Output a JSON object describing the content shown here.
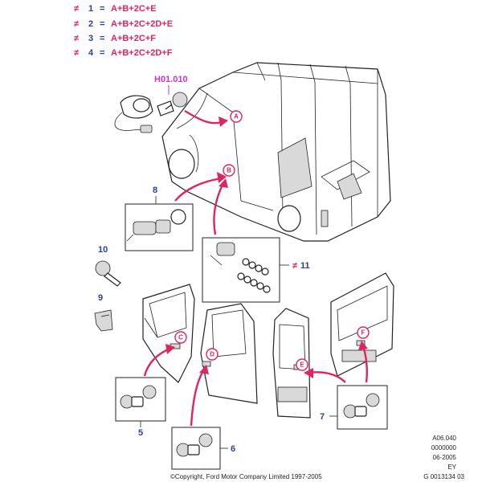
{
  "legend": [
    {
      "num": "1",
      "eq": "=",
      "formula": "A+B+2C+E"
    },
    {
      "num": "2",
      "eq": "=",
      "formula": "A+B+2C+2D+E"
    },
    {
      "num": "3",
      "eq": "=",
      "formula": "A+B+2C+F"
    },
    {
      "num": "4",
      "eq": "=",
      "formula": "A+B+2C+2D+F"
    }
  ],
  "reference_label": "H01.010",
  "callouts": [
    "A",
    "B",
    "C",
    "D",
    "E",
    "F"
  ],
  "part_numbers": [
    "8",
    "10",
    "9",
    "11",
    "5",
    "6",
    "7"
  ],
  "doc_info": [
    "A06.040",
    "0000000",
    "06-2005",
    "EY",
    "G 0013134 03"
  ],
  "copyright": "©Copyright, Ford Motor Company Limited 1997-2005",
  "colors": {
    "red": "#e0245e",
    "blue": "#2a3fa8",
    "pink": "#cc33cc"
  },
  "icons": {
    "not_equal": "not-equal-icon"
  }
}
